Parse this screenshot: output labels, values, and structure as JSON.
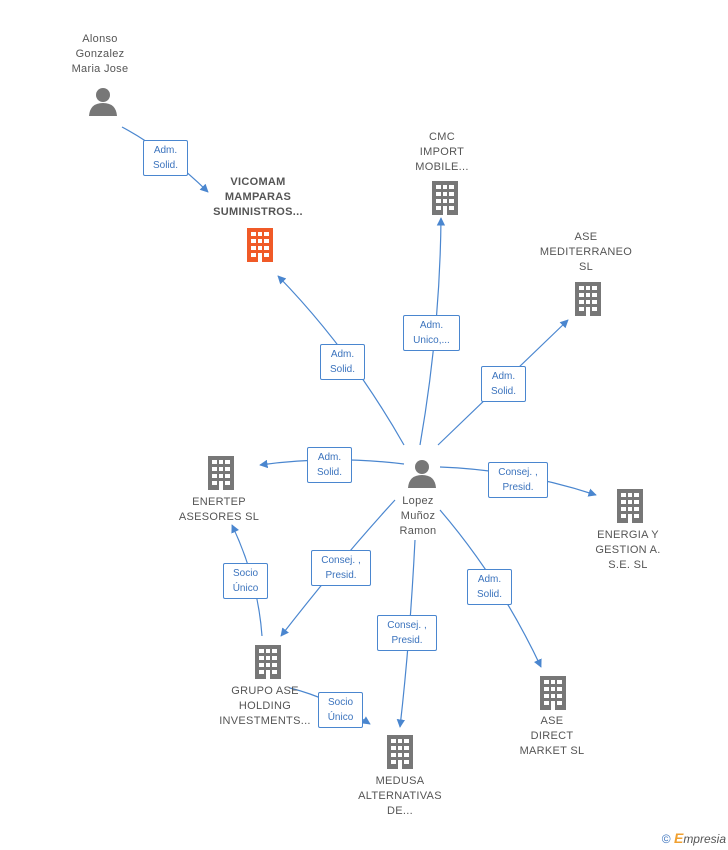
{
  "colors": {
    "edge": "#4a86cf",
    "company": "#777777",
    "focus_company": "#f05a28",
    "person": "#777777"
  },
  "nodes": {
    "alonso": {
      "label": "Alonso\nGonzalez\nMaria Jose",
      "icon": "person-icon"
    },
    "vicomam": {
      "label": "VICOMAM\nMAMPARAS\nSUMINISTROS...",
      "icon": "building-icon"
    },
    "cmc": {
      "label": "CMC\nIMPORT\nMOBILE...",
      "icon": "building-icon"
    },
    "ase_med": {
      "label": "ASE\nMEDITERRANEO\nSL",
      "icon": "building-icon"
    },
    "enertep": {
      "label": "ENERTEP\nASESORES  SL",
      "icon": "building-icon"
    },
    "lopez": {
      "label": "Lopez\nMuñoz\nRamon",
      "icon": "person-icon"
    },
    "energia": {
      "label": "ENERGIA Y\nGESTION A.\nS.E.  SL",
      "icon": "building-icon"
    },
    "grupo": {
      "label": "GRUPO ASE\nHOLDING\nINVESTMENTS...",
      "icon": "building-icon"
    },
    "ase_direct": {
      "label": "ASE\nDIRECT\nMARKET  SL",
      "icon": "building-icon"
    },
    "medusa": {
      "label": "MEDUSA\nALTERNATIVAS\nDE...",
      "icon": "building-icon"
    }
  },
  "edges": {
    "alonso_vicomam": "Adm.\nSolid.",
    "lopez_vicomam": "Adm.\nSolid.",
    "lopez_cmc": "Adm.\nUnico,...",
    "lopez_asemed": "Adm.\nSolid.",
    "lopez_enertep": "Adm.\nSolid.",
    "lopez_energia": "Consej. ,\nPresid.",
    "lopez_grupo": "Consej. ,\nPresid.",
    "grupo_enertep": "Socio\nÚnico",
    "lopez_medusa": "Consej. ,\nPresid.",
    "lopez_asedirect": "Adm.\nSolid.",
    "grupo_medusa": "Socio\nÚnico"
  },
  "footer": {
    "copyright": "©",
    "brand_initial": "E",
    "brand_rest": "mpresia"
  }
}
